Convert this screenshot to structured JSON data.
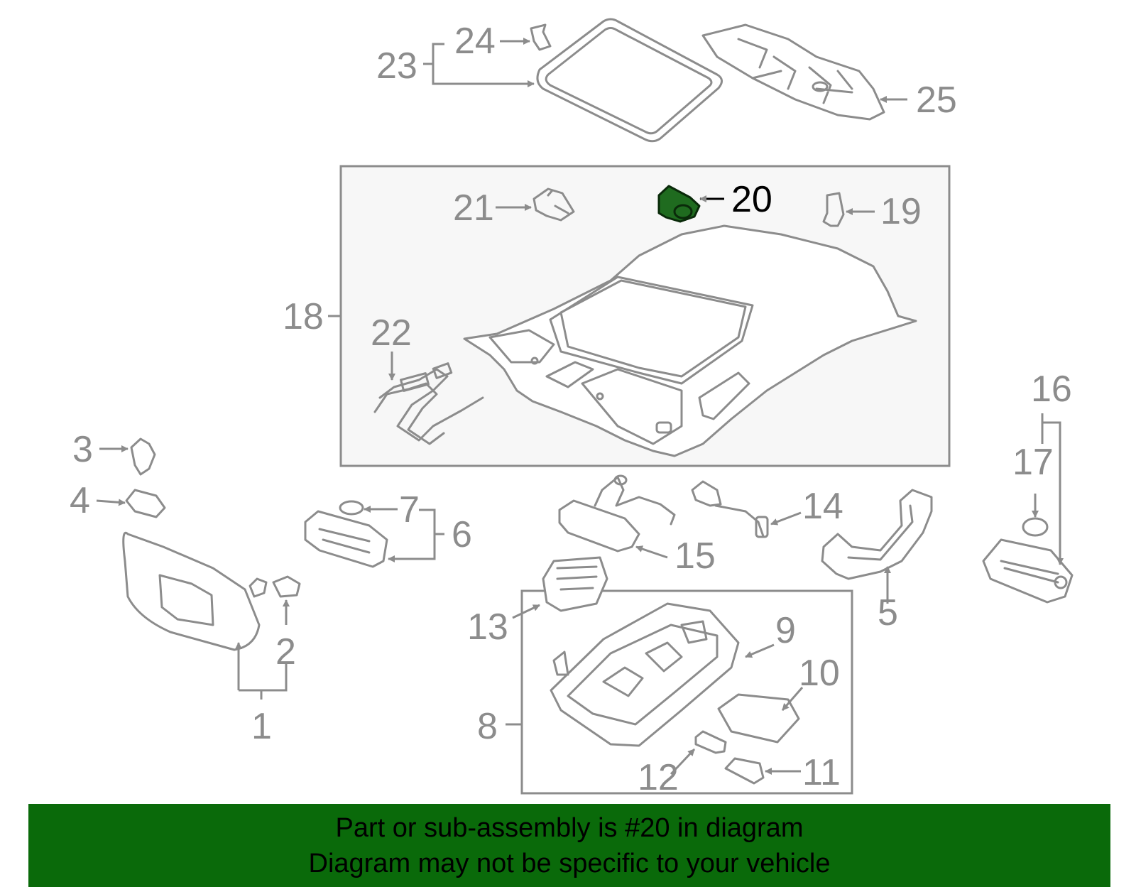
{
  "callouts": {
    "c1": "1",
    "c2": "2",
    "c3": "3",
    "c4": "4",
    "c5": "5",
    "c6": "6",
    "c7": "7",
    "c8": "8",
    "c9": "9",
    "c10": "10",
    "c11": "11",
    "c12": "12",
    "c13": "13",
    "c14": "14",
    "c15": "15",
    "c16": "16",
    "c17": "17",
    "c18": "18",
    "c19": "19",
    "c20": "20",
    "c21": "21",
    "c22": "22",
    "c23": "23",
    "c24": "24",
    "c25": "25"
  },
  "highlight": {
    "part": "20",
    "color": "#1f6b1f"
  },
  "banner": {
    "line1": "Part or sub-assembly is #20 in diagram",
    "line2": "Diagram may not be specific to your vehicle",
    "color": "#0a6a0a"
  }
}
